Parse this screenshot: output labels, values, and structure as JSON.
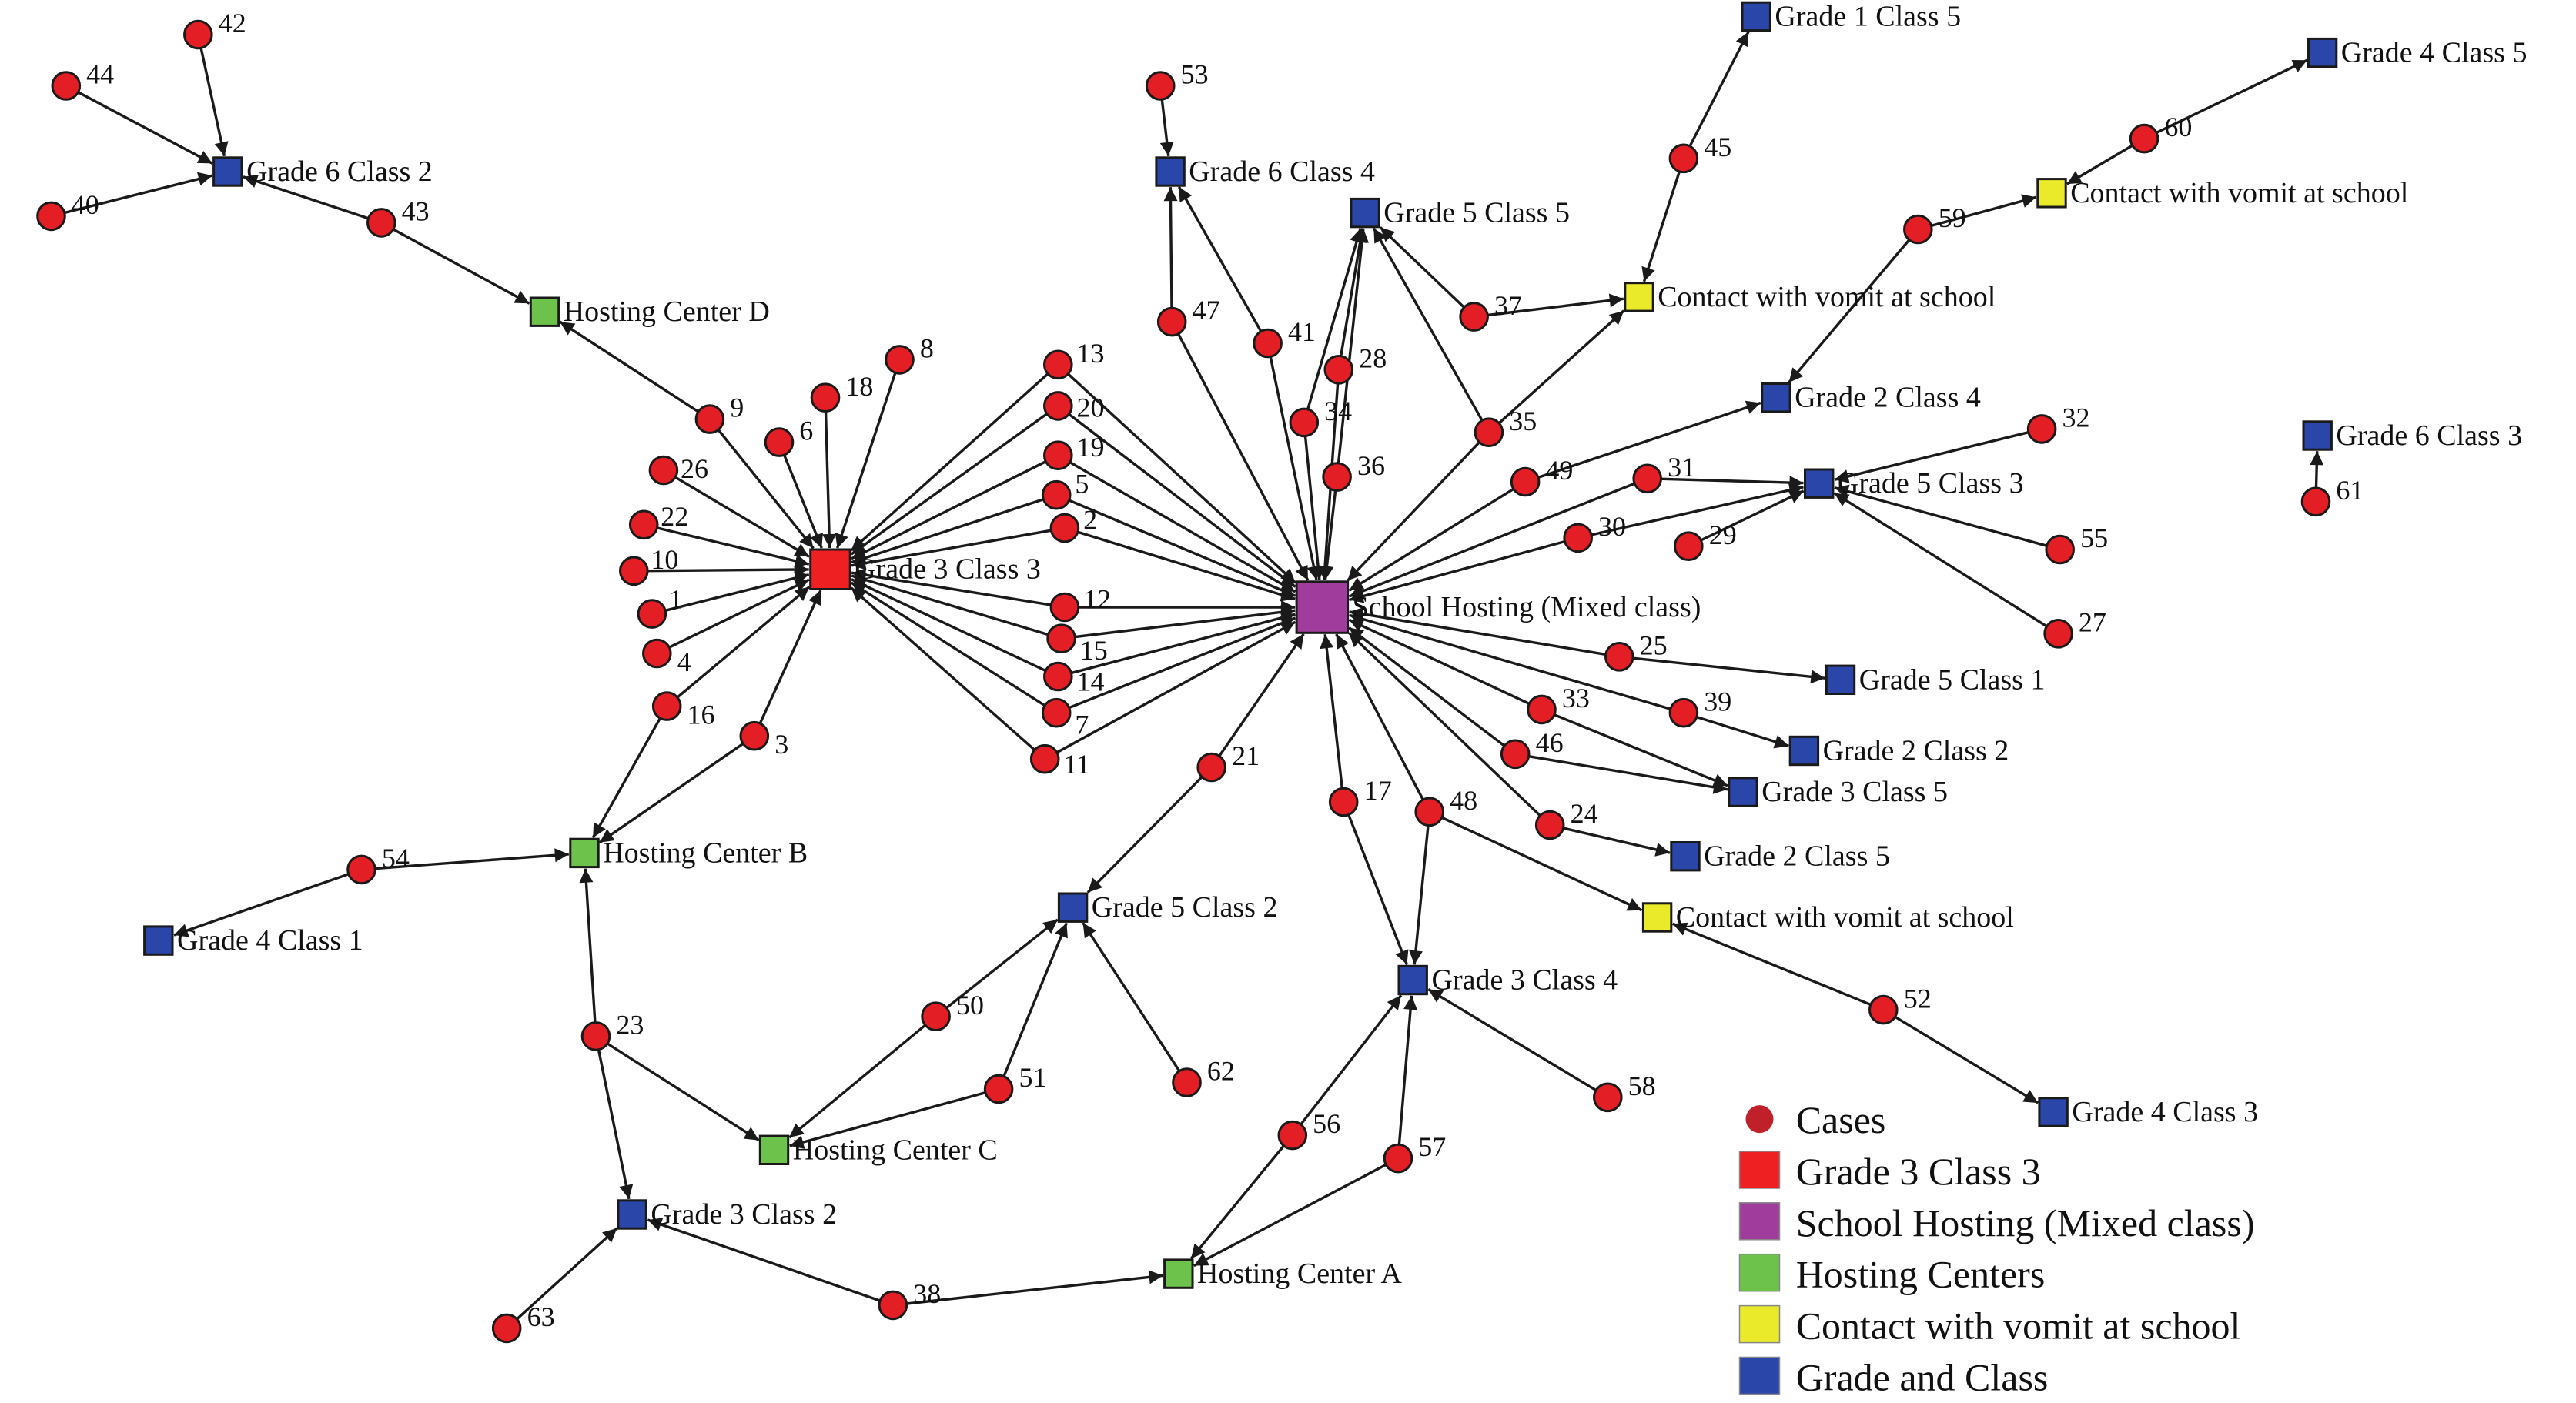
{
  "colors": {
    "case": "#e31e24",
    "grade3class3": "#ee2022",
    "school": "#a03c9b",
    "hosting": "#6cc24a",
    "vomit": "#eaea2a",
    "grade": "#2a46a8",
    "legend_case": "#c0202a"
  },
  "boxes": [
    {
      "id": "g3c3",
      "label": "Grade 3 Class 3",
      "kind": "grade3class3"
    },
    {
      "id": "school",
      "label": "School Hosting (Mixed class)",
      "kind": "school"
    },
    {
      "id": "g6c2",
      "label": "Grade 6 Class 2",
      "kind": "grade"
    },
    {
      "id": "hcD",
      "label": "Hosting Center D",
      "kind": "hosting"
    },
    {
      "id": "g6c4",
      "label": "Grade 6 Class 4",
      "kind": "grade"
    },
    {
      "id": "g5c5",
      "label": "Grade 5 Class 5",
      "kind": "grade"
    },
    {
      "id": "g1c5",
      "label": "Grade 1 Class 5",
      "kind": "grade"
    },
    {
      "id": "vomit1",
      "label": "Contact with vomit at school",
      "kind": "vomit"
    },
    {
      "id": "g4c5",
      "label": "Grade 4 Class 5",
      "kind": "grade"
    },
    {
      "id": "vomit2",
      "label": "Contact with vomit at school",
      "kind": "vomit"
    },
    {
      "id": "g2c4",
      "label": "Grade 2 Class 4",
      "kind": "grade"
    },
    {
      "id": "g5c3",
      "label": "Grade 5 Class 3",
      "kind": "grade"
    },
    {
      "id": "g6c3",
      "label": "Grade 6 Class 3",
      "kind": "grade"
    },
    {
      "id": "g5c1",
      "label": "Grade 5 Class 1",
      "kind": "grade"
    },
    {
      "id": "g2c2",
      "label": "Grade 2 Class 2",
      "kind": "grade"
    },
    {
      "id": "g3c5",
      "label": "Grade 3 Class 5",
      "kind": "grade"
    },
    {
      "id": "g2c5",
      "label": "Grade 2 Class 5",
      "kind": "grade"
    },
    {
      "id": "vomit3",
      "label": "Contact with vomit at school",
      "kind": "vomit"
    },
    {
      "id": "g4c3",
      "label": "Grade 4 Class 3",
      "kind": "grade"
    },
    {
      "id": "g3c4",
      "label": "Grade 3 Class 4",
      "kind": "grade"
    },
    {
      "id": "g5c2",
      "label": "Grade 5 Class 2",
      "kind": "grade"
    },
    {
      "id": "hcB",
      "label": "Hosting Center B",
      "kind": "hosting"
    },
    {
      "id": "g4c1",
      "label": "Grade 4 Class 1",
      "kind": "grade"
    },
    {
      "id": "hcC",
      "label": "Hosting Center C",
      "kind": "hosting"
    },
    {
      "id": "g3c2",
      "label": "Grade 3 Class 2",
      "kind": "grade"
    },
    {
      "id": "hcA",
      "label": "Hosting Center A",
      "kind": "hosting"
    }
  ],
  "cases": [
    "1",
    "2",
    "3",
    "4",
    "5",
    "6",
    "7",
    "8",
    "9",
    "10",
    "11",
    "12",
    "13",
    "14",
    "15",
    "16",
    "17",
    "18",
    "19",
    "20",
    "21",
    "22",
    "23",
    "24",
    "25",
    "26",
    "27",
    "28",
    "29",
    "30",
    "31",
    "32",
    "33",
    "34",
    "35",
    "36",
    "37",
    "38",
    "39",
    "40",
    "41",
    "42",
    "43",
    "44",
    "45",
    "46",
    "47",
    "48",
    "49",
    "50",
    "51",
    "52",
    "53",
    "54",
    "55",
    "56",
    "57",
    "58",
    "59",
    "60",
    "61",
    "62",
    "63"
  ],
  "edges": [
    [
      "44",
      "g6c2"
    ],
    [
      "42",
      "g6c2"
    ],
    [
      "40",
      "g6c2"
    ],
    [
      "43",
      "g6c2"
    ],
    [
      "43",
      "hcD"
    ],
    [
      "9",
      "hcD"
    ],
    [
      "9",
      "g3c3"
    ],
    [
      "8",
      "g3c3"
    ],
    [
      "18",
      "g3c3"
    ],
    [
      "6",
      "g3c3"
    ],
    [
      "26",
      "g3c3"
    ],
    [
      "22",
      "g3c3"
    ],
    [
      "10",
      "g3c3"
    ],
    [
      "1",
      "g3c3"
    ],
    [
      "4",
      "g3c3"
    ],
    [
      "16",
      "g3c3"
    ],
    [
      "3",
      "g3c3"
    ],
    [
      "13",
      "g3c3"
    ],
    [
      "20",
      "g3c3"
    ],
    [
      "19",
      "g3c3"
    ],
    [
      "5",
      "g3c3"
    ],
    [
      "2",
      "g3c3"
    ],
    [
      "12",
      "g3c3"
    ],
    [
      "15",
      "g3c3"
    ],
    [
      "14",
      "g3c3"
    ],
    [
      "7",
      "g3c3"
    ],
    [
      "11",
      "g3c3"
    ],
    [
      "13",
      "school"
    ],
    [
      "20",
      "school"
    ],
    [
      "19",
      "school"
    ],
    [
      "5",
      "school"
    ],
    [
      "2",
      "school"
    ],
    [
      "12",
      "school"
    ],
    [
      "15",
      "school"
    ],
    [
      "14",
      "school"
    ],
    [
      "7",
      "school"
    ],
    [
      "11",
      "school"
    ],
    [
      "16",
      "hcB"
    ],
    [
      "3",
      "hcB"
    ],
    [
      "54",
      "hcB"
    ],
    [
      "54",
      "g4c1"
    ],
    [
      "23",
      "hcB"
    ],
    [
      "23",
      "hcC"
    ],
    [
      "23",
      "g3c2"
    ],
    [
      "50",
      "hcC"
    ],
    [
      "50",
      "g5c2"
    ],
    [
      "51",
      "hcC"
    ],
    [
      "51",
      "g5c2"
    ],
    [
      "62",
      "g5c2"
    ],
    [
      "21",
      "g5c2"
    ],
    [
      "21",
      "school"
    ],
    [
      "63",
      "g3c2"
    ],
    [
      "38",
      "g3c2"
    ],
    [
      "38",
      "hcA"
    ],
    [
      "56",
      "hcA"
    ],
    [
      "56",
      "g3c4"
    ],
    [
      "57",
      "hcA"
    ],
    [
      "57",
      "g3c4"
    ],
    [
      "58",
      "g3c4"
    ],
    [
      "17",
      "g3c4"
    ],
    [
      "17",
      "school"
    ],
    [
      "48",
      "g3c4"
    ],
    [
      "48",
      "school"
    ],
    [
      "48",
      "vomit3"
    ],
    [
      "52",
      "vomit3"
    ],
    [
      "52",
      "g4c3"
    ],
    [
      "53",
      "g6c4"
    ],
    [
      "47",
      "g6c4"
    ],
    [
      "47",
      "school"
    ],
    [
      "41",
      "g6c4"
    ],
    [
      "41",
      "school"
    ],
    [
      "34",
      "g5c5"
    ],
    [
      "34",
      "school"
    ],
    [
      "28",
      "g5c5"
    ],
    [
      "28",
      "school"
    ],
    [
      "36",
      "g5c5"
    ],
    [
      "36",
      "school"
    ],
    [
      "35",
      "g5c5"
    ],
    [
      "35",
      "school"
    ],
    [
      "35",
      "vomit1"
    ],
    [
      "37",
      "g5c5"
    ],
    [
      "37",
      "vomit1"
    ],
    [
      "45",
      "vomit1"
    ],
    [
      "45",
      "g1c5"
    ],
    [
      "59",
      "vomit2"
    ],
    [
      "59",
      "g2c4"
    ],
    [
      "60",
      "vomit2"
    ],
    [
      "60",
      "g4c5"
    ],
    [
      "49",
      "g2c4"
    ],
    [
      "49",
      "school"
    ],
    [
      "31",
      "g5c3"
    ],
    [
      "31",
      "school"
    ],
    [
      "30",
      "g5c3"
    ],
    [
      "30",
      "school"
    ],
    [
      "29",
      "g5c3"
    ],
    [
      "32",
      "g5c3"
    ],
    [
      "55",
      "g5c3"
    ],
    [
      "27",
      "g5c3"
    ],
    [
      "25",
      "g5c1"
    ],
    [
      "25",
      "school"
    ],
    [
      "39",
      "g2c2"
    ],
    [
      "39",
      "school"
    ],
    [
      "33",
      "g3c5"
    ],
    [
      "33",
      "school"
    ],
    [
      "46",
      "g3c5"
    ],
    [
      "46",
      "school"
    ],
    [
      "24",
      "g2c5"
    ],
    [
      "24",
      "school"
    ],
    [
      "61",
      "g6c3"
    ]
  ],
  "legend": [
    {
      "label": "Cases",
      "kind": "legend_case"
    },
    {
      "label": "Grade 3 Class 3",
      "kind": "grade3class3"
    },
    {
      "label": "School Hosting (Mixed class)",
      "kind": "school"
    },
    {
      "label": "Hosting Centers",
      "kind": "hosting"
    },
    {
      "label": "Contact with vomit at school",
      "kind": "vomit"
    },
    {
      "label": "Grade and Class",
      "kind": "grade"
    }
  ]
}
